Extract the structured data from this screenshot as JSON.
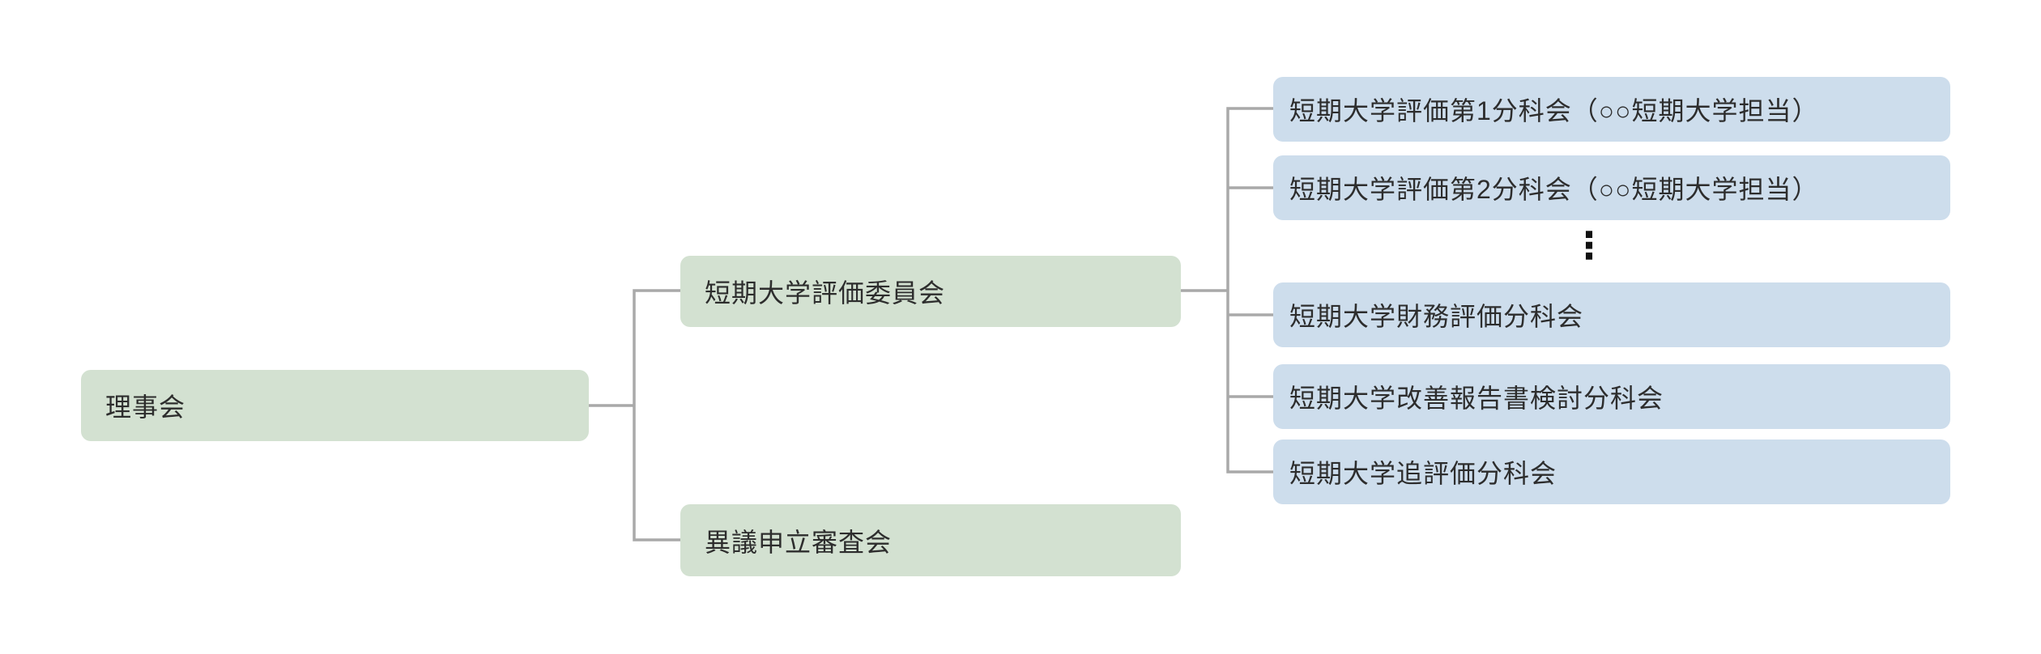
{
  "diagram": {
    "nodes": {
      "board": {
        "label": "理事会"
      },
      "committee": {
        "label": "短期大学評価委員会"
      },
      "appeal": {
        "label": "異議申立審査会"
      },
      "sub1": {
        "label": "短期大学評価第1分科会（○○短期大学担当）"
      },
      "sub2": {
        "label": "短期大学評価第2分科会（○○短期大学担当）"
      },
      "sub3": {
        "label": "短期大学財務評価分科会"
      },
      "sub4": {
        "label": "短期大学改善報告書検討分科会"
      },
      "sub5": {
        "label": "短期大学追評価分科会"
      }
    },
    "ellipsis": "⋮",
    "colors": {
      "parent_fill": "#d3e1d1",
      "child_fill": "#cdddec",
      "connector": "#a9a9a9",
      "text": "#2d2d2d",
      "background": "#ffffff"
    }
  }
}
